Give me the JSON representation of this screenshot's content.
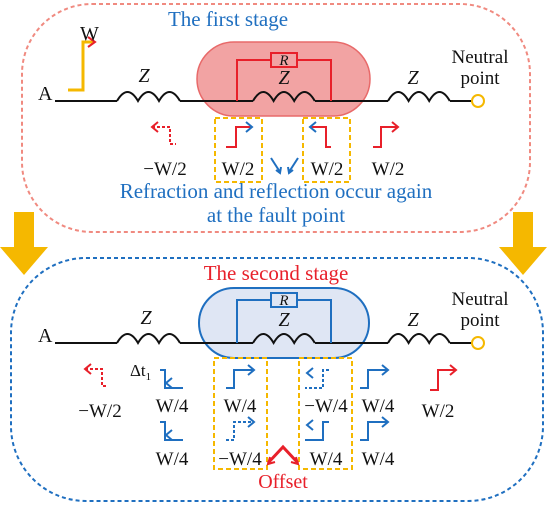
{
  "colors": {
    "red": "#e8202a",
    "blue": "#1f6fc0",
    "orange": "#f5b800",
    "black": "#111111",
    "fault_fill_red": "#f2a3a3",
    "fault_fill_blue": "#dfe6f4",
    "stage1_border": "#f08a80",
    "stage2_border": "#1f6fc0"
  },
  "icons": [
    "step-wave-icon",
    "node-circle-icon",
    "down-arrow-icon",
    "caret-up-icon",
    "resistor-icon",
    "inductor-icon"
  ],
  "stage1": {
    "title": "The first stage",
    "input_wave": "W",
    "source": "A",
    "inductor_left": "Z",
    "resistor": "R",
    "inductor_fault": "Z",
    "inductor_right": "Z",
    "neutral_line1": "Neutral",
    "neutral_line2": "point",
    "wave_labels": [
      "−W/2",
      "W/2",
      "W/2",
      "W/2"
    ],
    "caption_line1": "Refraction and reflection occur again",
    "caption_line2": "at the fault point"
  },
  "stage2": {
    "title": "The second stage",
    "source": "A",
    "inductor_left": "Z",
    "resistor": "R",
    "inductor_fault": "Z",
    "inductor_right": "Z",
    "neutral_line1": "Neutral",
    "neutral_line2": "point",
    "delta_t": "Δt",
    "delta_t_sub": "1",
    "row1_labels": [
      "−W/2",
      "W/4",
      "W/4",
      "−W/4",
      "W/4",
      "W/2"
    ],
    "row2_labels": [
      "W/4",
      "−W/4",
      "W/4",
      "W/4"
    ],
    "offset_label": "Offset"
  }
}
